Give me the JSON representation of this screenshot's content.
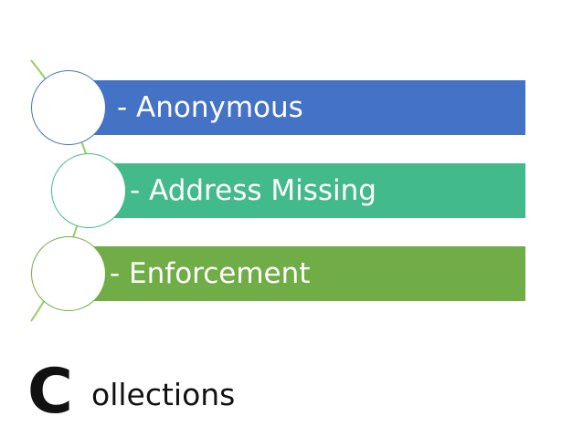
{
  "items": [
    {
      "label": "-  Anonymous",
      "color": "#4472C4",
      "circle_border": "#4472C4"
    },
    {
      "label": "-  Address Missing",
      "color": "#43BA8C",
      "circle_border": "#43BA8C"
    },
    {
      "label": "-  Enforcement",
      "color": "#70AD47",
      "circle_border": "#70AD47"
    }
  ],
  "connector_color": "#9ACD5C",
  "footer": {
    "initial": "C",
    "rest": "ollections"
  }
}
